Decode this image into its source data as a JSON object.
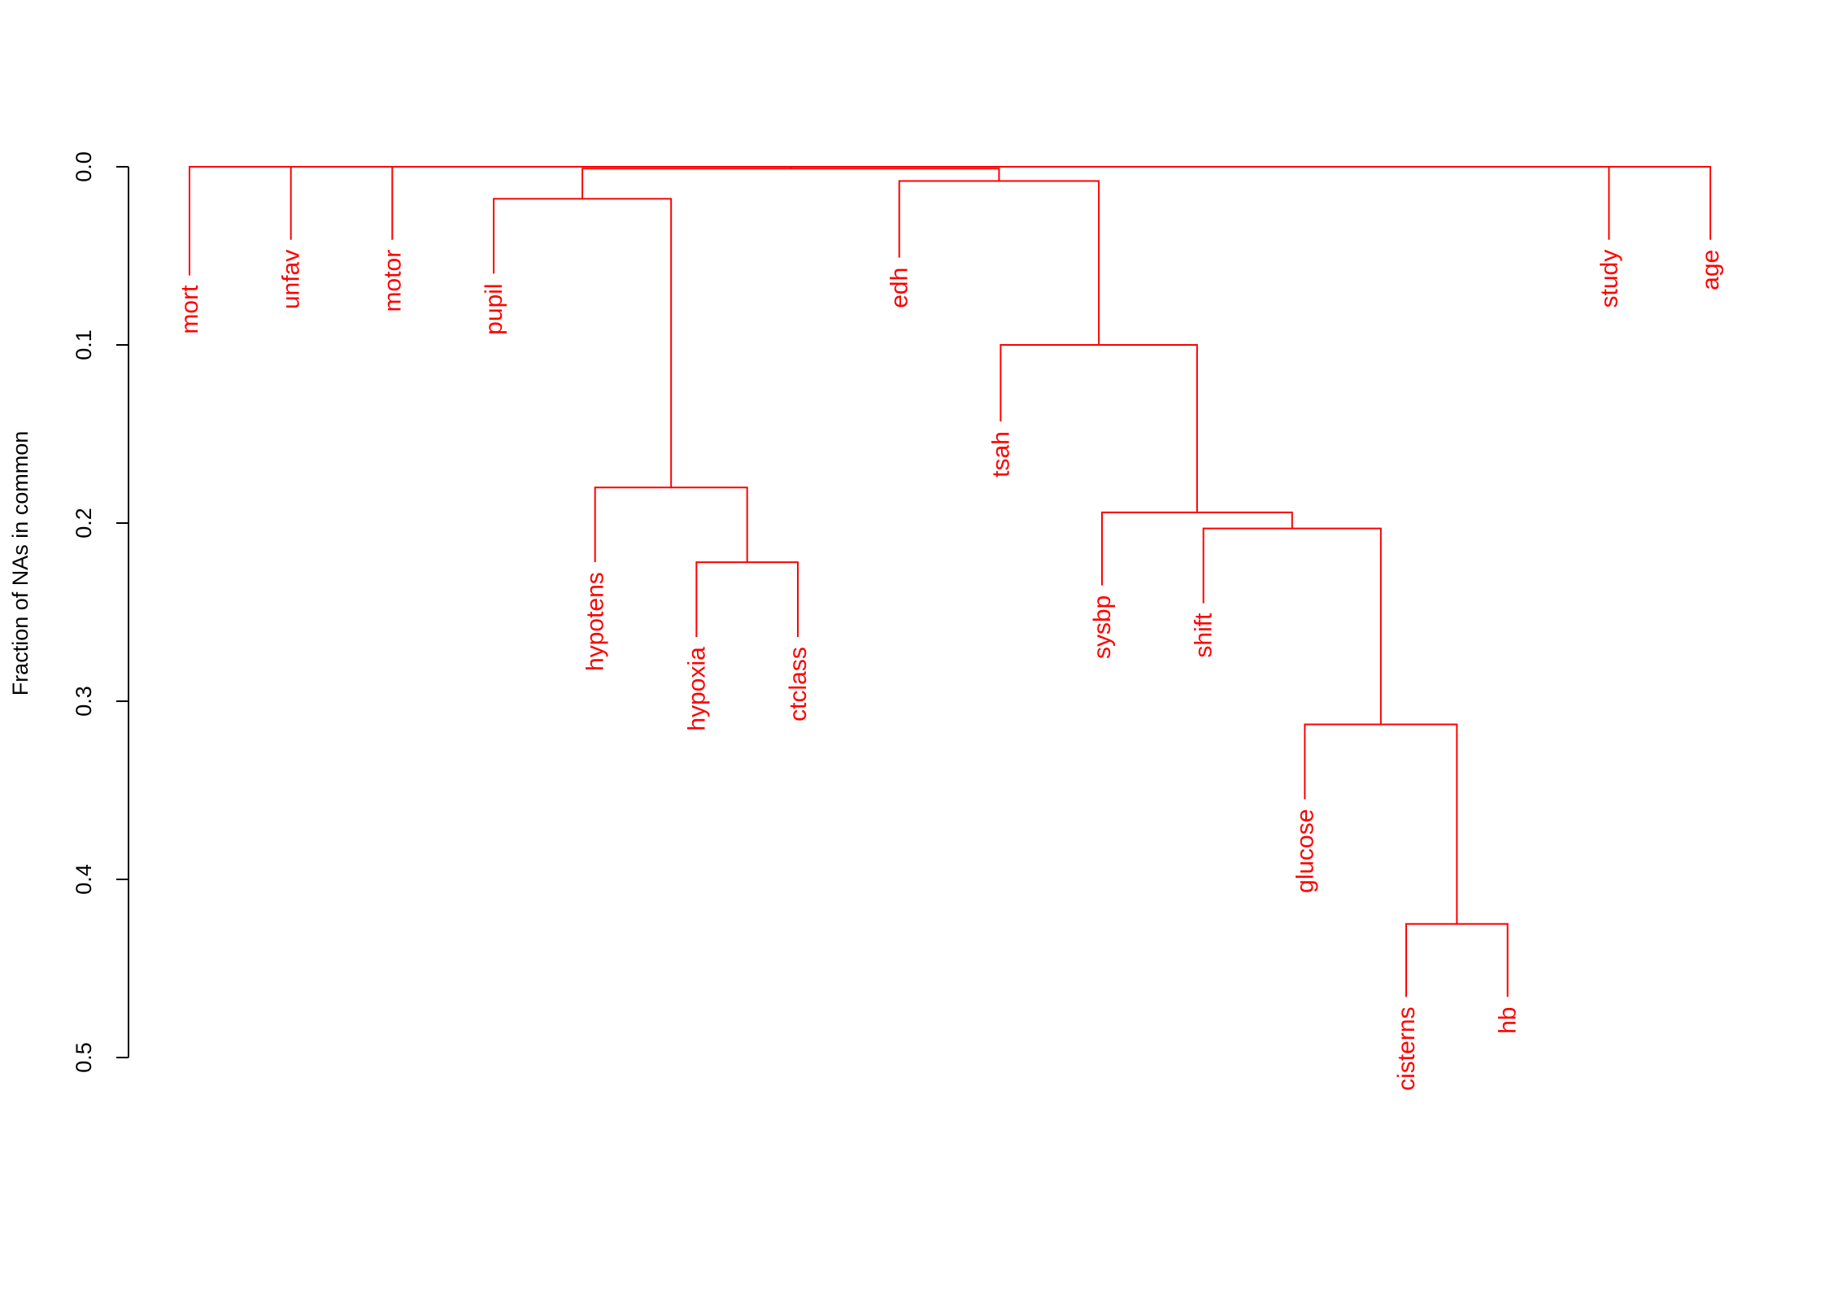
{
  "chart_data": {
    "type": "dendrogram",
    "ylabel": "Fraction of NAs in common",
    "ylim": [
      0,
      0.5
    ],
    "y_ticks": [
      "0.0",
      "0.1",
      "0.2",
      "0.3",
      "0.4",
      "0.5"
    ],
    "y_reversed": true,
    "color": "#ff0000",
    "leaves": [
      {
        "label": "mort",
        "y": 0.061
      },
      {
        "label": "unfav",
        "y": 0.041
      },
      {
        "label": "motor",
        "y": 0.041
      },
      {
        "label": "pupil",
        "y": 0.06
      },
      {
        "label": "hypotens",
        "y": 0.222
      },
      {
        "label": "hypoxia",
        "y": 0.264
      },
      {
        "label": "ctclass",
        "y": 0.264
      },
      {
        "label": "edh",
        "y": 0.051
      },
      {
        "label": "tsah",
        "y": 0.143
      },
      {
        "label": "sysbp",
        "y": 0.235
      },
      {
        "label": "shift",
        "y": 0.245
      },
      {
        "label": "glucose",
        "y": 0.355
      },
      {
        "label": "cisterns",
        "y": 0.466
      },
      {
        "label": "hb",
        "y": 0.466
      },
      {
        "label": "study",
        "y": 0.041
      },
      {
        "label": "age",
        "y": 0.041
      }
    ],
    "merges": [
      {
        "left": "L12",
        "right": "L13",
        "height": 0.425
      },
      {
        "left": "L11",
        "right": "N0",
        "height": 0.313
      },
      {
        "left": "L10",
        "right": "N1",
        "height": 0.203
      },
      {
        "left": "L9",
        "right": "N2",
        "height": 0.194
      },
      {
        "left": "L8",
        "right": "N3",
        "height": 0.1
      },
      {
        "left": "L7",
        "right": "N4",
        "height": 0.008
      },
      {
        "left": "L5",
        "right": "L6",
        "height": 0.222
      },
      {
        "left": "L4",
        "right": "N6",
        "height": 0.18
      },
      {
        "left": "L3",
        "right": "N7",
        "height": 0.018
      },
      {
        "left": "N8",
        "right": "N5",
        "height": 0.001
      },
      {
        "left": "L0",
        "right": "L1",
        "height": 0.0
      },
      {
        "left": "N10",
        "right": "L2",
        "height": 0.0
      },
      {
        "left": "N11",
        "right": "N9",
        "height": 0.0
      },
      {
        "left": "L14",
        "right": "L15",
        "height": 0.0
      },
      {
        "left": "N12",
        "right": "N13",
        "height": 0.0
      }
    ]
  }
}
